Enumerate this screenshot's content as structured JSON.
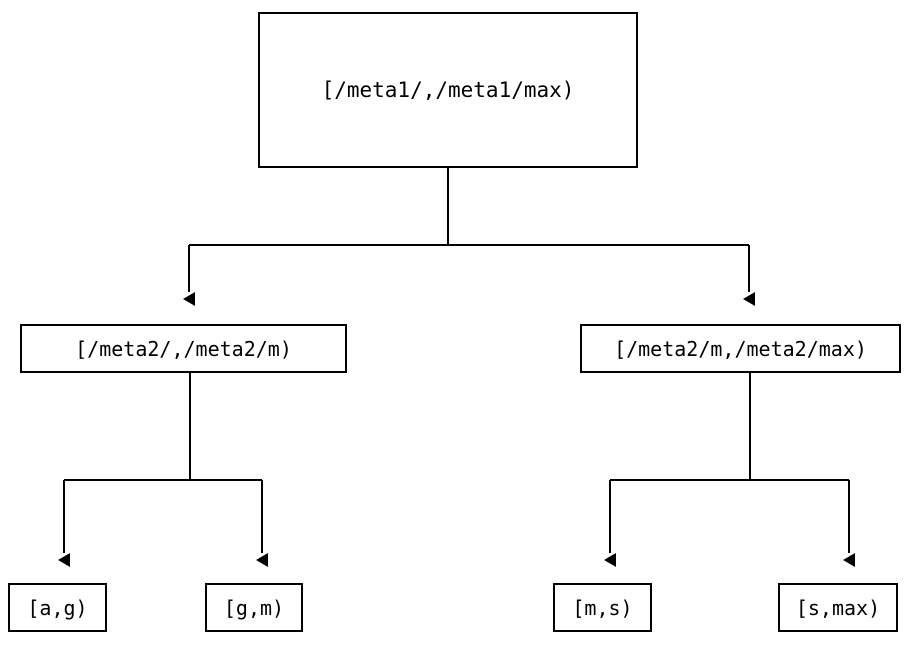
{
  "diagram": {
    "type": "tree",
    "title": "",
    "background_color": "#ffffff",
    "stroke_color": "#000000",
    "text_color": "#000000",
    "nodes": {
      "root": {
        "label": "[/meta1/,/meta1/max)",
        "level": 1
      },
      "meta2_low": {
        "label": "[/meta2/,/meta2/m)",
        "level": 2
      },
      "meta2_high": {
        "label": "[/meta2/m,/meta2/max)",
        "level": 2
      },
      "leaf_ag": {
        "label": "[a,g)",
        "level": 3
      },
      "leaf_gm": {
        "label": "[g,m)",
        "level": 3
      },
      "leaf_ms": {
        "label": "[m,s)",
        "level": 3
      },
      "leaf_smax": {
        "label": "[s,max)",
        "level": 3
      }
    },
    "edges": [
      {
        "from": "root",
        "to": "meta2_low",
        "arrow": "down"
      },
      {
        "from": "root",
        "to": "meta2_high",
        "arrow": "down"
      },
      {
        "from": "meta2_low",
        "to": "leaf_ag",
        "arrow": "down"
      },
      {
        "from": "meta2_low",
        "to": "leaf_gm",
        "arrow": "down"
      },
      {
        "from": "meta2_high",
        "to": "leaf_ms",
        "arrow": "down"
      },
      {
        "from": "meta2_high",
        "to": "leaf_smax",
        "arrow": "down"
      }
    ]
  }
}
